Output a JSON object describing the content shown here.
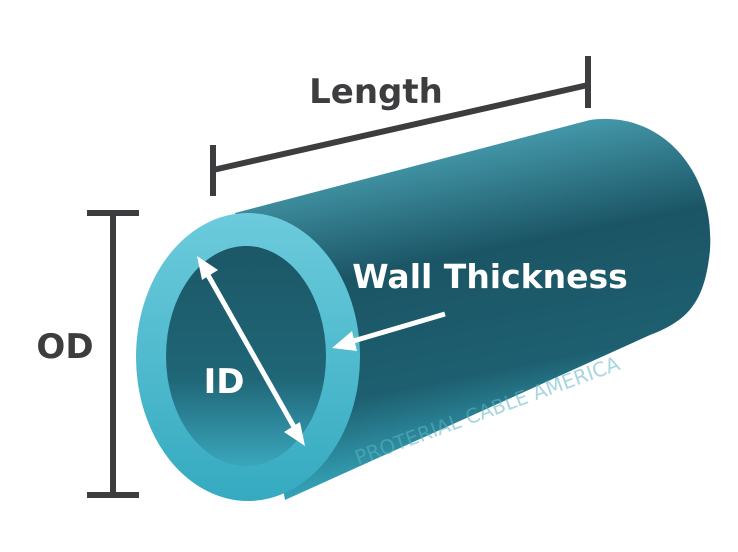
{
  "labels": {
    "length": "Length",
    "od": "OD",
    "id": "ID",
    "wall_thickness": "Wall Thickness"
  },
  "watermark": "PROTERIAL CABLE AMERICA",
  "colors": {
    "dimension_line": "#3d3d3f",
    "tube_light": "#5ec3d6",
    "tube_dark": "#1b5565",
    "label_on_tube": "#ffffff"
  }
}
